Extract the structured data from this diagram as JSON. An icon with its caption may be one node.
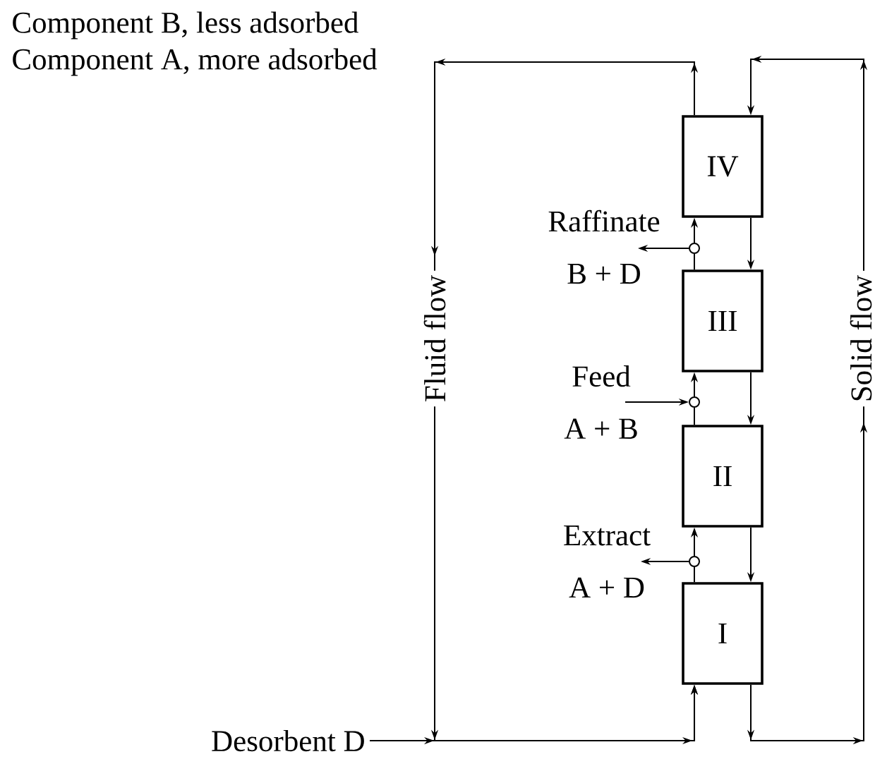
{
  "diagram": {
    "nodes": [
      {
        "text": [
          "IV"
        ]
      },
      {
        "text": [],
        "shape": "circle"
      },
      {
        "text": [
          "III"
        ]
      },
      {
        "text": [],
        "shape": "circle"
      },
      {
        "text": [
          "II"
        ]
      },
      {
        "text": [],
        "shape": "circle"
      },
      {
        "text": [
          "I"
        ]
      },
      {
        "text": [
          "Desorbent D"
        ]
      },
      {
        "text": [
          "Raffinate",
          "B + D"
        ]
      },
      {
        "text": [
          "Feed",
          "A + B"
        ]
      },
      {
        "text": [
          "Extract",
          "A + D"
        ]
      }
    ],
    "edges": [
      {
        "from": 6,
        "to": 5,
        "arrow": "none"
      },
      {
        "from": 5,
        "to": 4,
        "arrow": "to"
      },
      {
        "from": 5,
        "to": 10,
        "arrow": "to"
      },
      {
        "from": 4,
        "to": 3,
        "arrow": "none"
      },
      {
        "from": 3,
        "to": 2,
        "arrow": "to"
      },
      {
        "from": 9,
        "to": 3,
        "arrow": "to"
      },
      {
        "from": 2,
        "to": 1,
        "arrow": "none"
      },
      {
        "from": 1,
        "to": 0,
        "arrow": "to"
      },
      {
        "from": 1,
        "to": 8,
        "arrow": "to"
      },
      {
        "from": 0,
        "to": 2,
        "arrow": "to"
      },
      {
        "from": 2,
        "to": 4,
        "arrow": "to"
      },
      {
        "from": 4,
        "to": 6,
        "arrow": "to"
      },
      {
        "from": 0,
        "to": 6,
        "arrow": "to"
      },
      {
        "from": 7,
        "to": 6,
        "arrow": "to"
      },
      {
        "from": 6,
        "to": 0,
        "arrow": "to"
      }
    ],
    "labels": [
      "Component B, less adsorbed",
      "Component A, more adsorbed",
      "Fluid flow",
      "Solid flow"
    ]
  }
}
